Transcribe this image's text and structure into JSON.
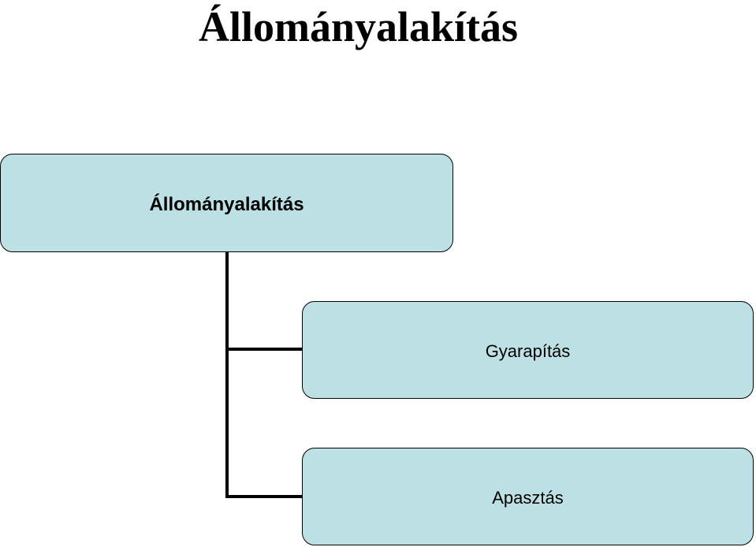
{
  "page": {
    "title": "Állományalakítás"
  },
  "diagram": {
    "root": {
      "label": "Állományalakítás"
    },
    "children": [
      {
        "label": "Gyarapítás"
      },
      {
        "label": "Apasztás"
      }
    ],
    "colors": {
      "node_fill": "#bce0e3",
      "node_border": "#000000",
      "connector": "#000000"
    }
  }
}
